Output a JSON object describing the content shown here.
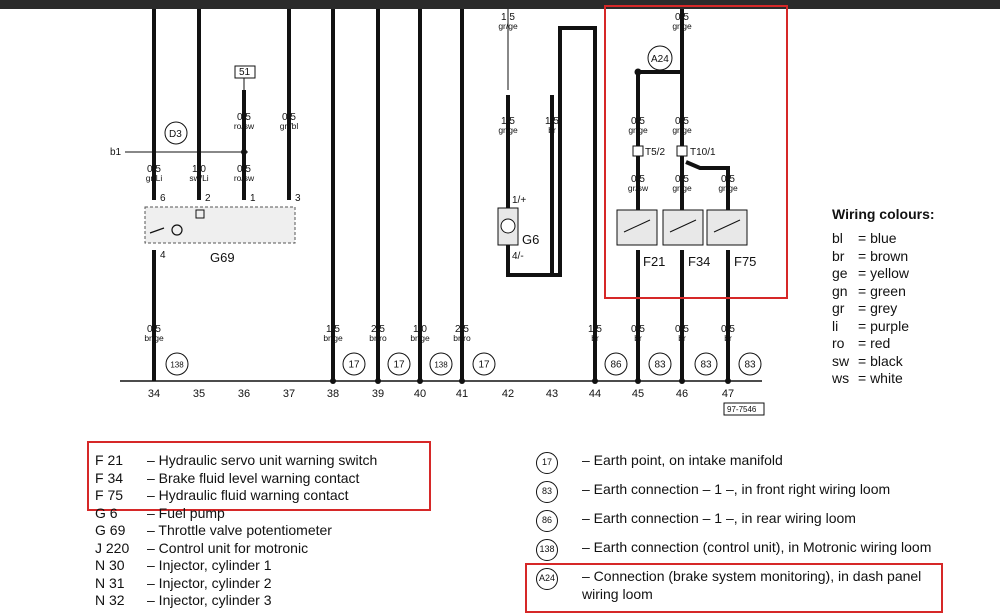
{
  "diagram": {
    "wire_labels": {
      "w34_top": [
        "0,5",
        "gr/Li"
      ],
      "w35_top": [
        "1,0",
        "sw/Li"
      ],
      "w36_top": [
        "0,5",
        "ro/sw"
      ],
      "w36_upper": [
        "0,5",
        "ro/sw"
      ],
      "w37_upper": [
        "0,5",
        "gn/bl"
      ],
      "w42_top": [
        "1,5",
        "gr/ge"
      ],
      "w42_mid": [
        "1,5",
        "gr/ge"
      ],
      "w43_mid": [
        "1,5",
        "br"
      ],
      "a24_top": [
        "0,5",
        "gr/ge"
      ],
      "t5_upper": [
        "0,5",
        "gr/ge"
      ],
      "t10_upper": [
        "0,5",
        "gr/ge"
      ],
      "f21_in": [
        "0,5",
        "gr/sw"
      ],
      "f34_in": [
        "0,5",
        "gr/ge"
      ],
      "f75_in": [
        "0,5",
        "gr/ge"
      ],
      "w34_bot": [
        "0,5",
        "br/ge"
      ],
      "w38_bot": [
        "1,5",
        "br/ge"
      ],
      "w39_bot": [
        "2,5",
        "br/ro"
      ],
      "w40_bot": [
        "1,0",
        "br/ge"
      ],
      "w41_bot": [
        "2,5",
        "br/ro"
      ],
      "w44_bot": [
        "1,5",
        "br"
      ],
      "w45_bot": [
        "0,5",
        "br"
      ],
      "w46_bot": [
        "0,5",
        "br"
      ],
      "w47_bot": [
        "0,5",
        "br"
      ]
    },
    "terminals": [
      "34",
      "35",
      "36",
      "37",
      "38",
      "39",
      "40",
      "41",
      "42",
      "43",
      "44",
      "45",
      "46",
      "47"
    ],
    "connector_51": "51",
    "b1_label": "b1",
    "d3_label": "D3",
    "a24_label": "A24",
    "g69_label": "G69",
    "g6_label": "G6",
    "g6_pin_plus": "1/+",
    "g6_pin_minus": "4/-",
    "g69_pins": {
      "p6": "6",
      "p2": "2",
      "p1": "1",
      "p3": "3",
      "p4": "4"
    },
    "t5_label": "T5/2",
    "t10_label": "T10/1",
    "f21_label": "F21",
    "f34_label": "F34",
    "f75_label": "F75",
    "earth_symbols": {
      "e138a": "138",
      "e17a": "17",
      "e17b": "17",
      "e138b": "138",
      "e17c": "17",
      "e86": "86",
      "e83a": "83",
      "e83b": "83",
      "e83c": "83"
    },
    "drawing_ref": "97-7546"
  },
  "legend": {
    "title": "Wiring colours:",
    "items": [
      {
        "code": "bl",
        "name": "= blue"
      },
      {
        "code": "br",
        "name": "= brown"
      },
      {
        "code": "ge",
        "name": "= yellow"
      },
      {
        "code": "gn",
        "name": "= green"
      },
      {
        "code": "gr",
        "name": "= grey"
      },
      {
        "code": "li",
        "name": "= purple"
      },
      {
        "code": "ro",
        "name": "= red"
      },
      {
        "code": "sw",
        "name": "= black"
      },
      {
        "code": "ws",
        "name": "= white"
      }
    ]
  },
  "key_left": [
    {
      "code": "F 21",
      "desc": "– Hydraulic servo unit warning switch"
    },
    {
      "code": "F 34",
      "desc": "– Brake fluid level warning contact"
    },
    {
      "code": "F 75",
      "desc": "– Hydraulic fluid warning contact"
    },
    {
      "code": "G 6",
      "desc": "– Fuel pump"
    },
    {
      "code": "G 69",
      "desc": "– Throttle valve potentiometer"
    },
    {
      "code": "J 220",
      "desc": "– Control unit for motronic"
    },
    {
      "code": "N 30",
      "desc": "– Injector, cylinder 1"
    },
    {
      "code": "N 31",
      "desc": "– Injector, cylinder 2"
    },
    {
      "code": "N 32",
      "desc": "– Injector, cylinder 3"
    }
  ],
  "key_right": [
    {
      "sym": "17",
      "desc": "– Earth point, on intake manifold"
    },
    {
      "sym": "83",
      "desc": "– Earth connection – 1 –, in front right wiring loom"
    },
    {
      "sym": "86",
      "desc": "– Earth connection – 1 –, in rear wiring loom"
    },
    {
      "sym": "138",
      "desc": "– Earth connection (control unit), in Motronic wiring loom"
    },
    {
      "sym": "A24",
      "desc": "– Connection (brake system monitoring), in dash panel wiring loom"
    }
  ],
  "highlight_color": "#d62828"
}
